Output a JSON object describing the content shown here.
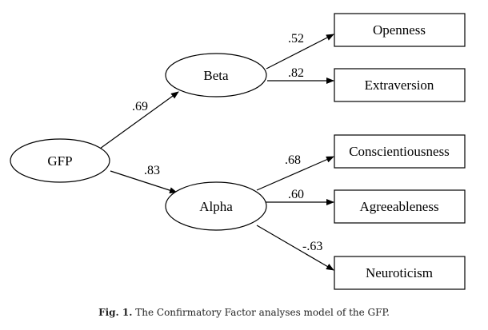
{
  "diagram": {
    "nodes": {
      "gfp": "GFP",
      "beta": "Beta",
      "alpha": "Alpha",
      "openness": "Openness",
      "extraversion": "Extraversion",
      "conscientiousness": "Conscientiousness",
      "agreeableness": "Agreeableness",
      "neuroticism": "Neuroticism"
    },
    "edges": {
      "gfp_beta": ".69",
      "gfp_alpha": ".83",
      "beta_openness": ".52",
      "beta_extraversion": ".82",
      "alpha_conscientiousness": ".68",
      "alpha_agreeableness": ".60",
      "alpha_neuroticism": "-.63"
    }
  },
  "caption": {
    "label": "Fig. 1.",
    "text": " The Confirmatory Factor analyses model of the GFP."
  }
}
